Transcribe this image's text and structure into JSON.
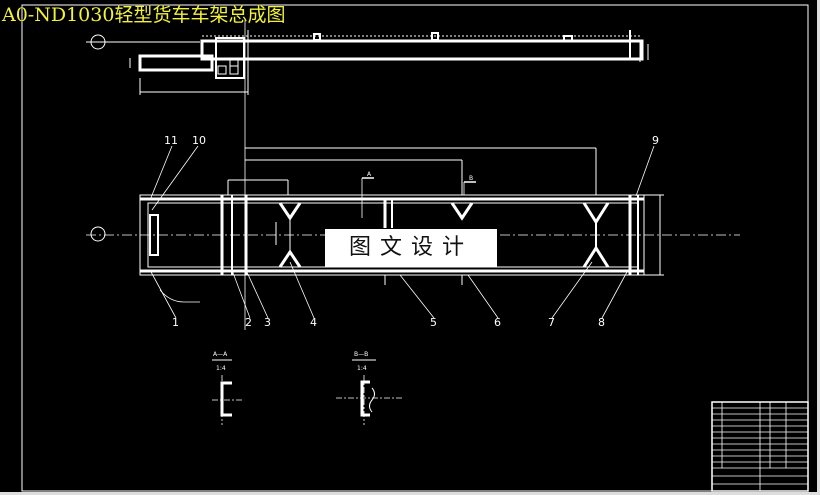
{
  "title": "A0-ND1030轻型货车车架总成图",
  "watermark": "图文设计",
  "balloons": [
    "1",
    "2",
    "3",
    "4",
    "5",
    "6",
    "7",
    "8",
    "9",
    "10",
    "11"
  ],
  "section_views": [
    {
      "name": "A—A",
      "scale": "1:4"
    },
    {
      "name": "B—B",
      "scale": "1:4"
    }
  ],
  "section_markers": [
    "A",
    "B"
  ],
  "colors": {
    "background": "#000000",
    "lines": "#ffffff",
    "title": "#f2f23a"
  }
}
